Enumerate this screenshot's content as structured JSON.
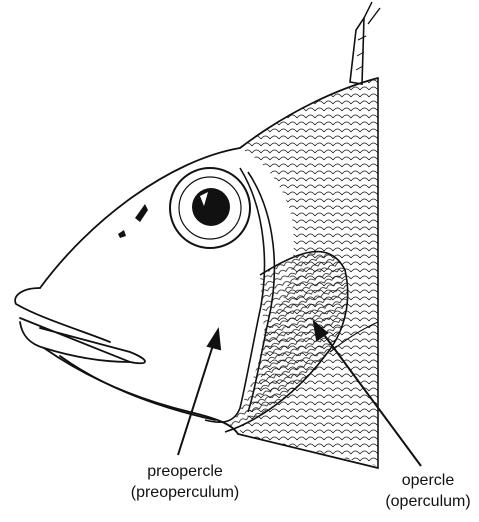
{
  "labels": {
    "preopercle": {
      "name": "preopercle",
      "alt": "(preoperculum)"
    },
    "opercle": {
      "name": "opercle",
      "alt": "(operculum)"
    }
  },
  "colors": {
    "ink": "#111111",
    "paper": "#ffffff"
  }
}
